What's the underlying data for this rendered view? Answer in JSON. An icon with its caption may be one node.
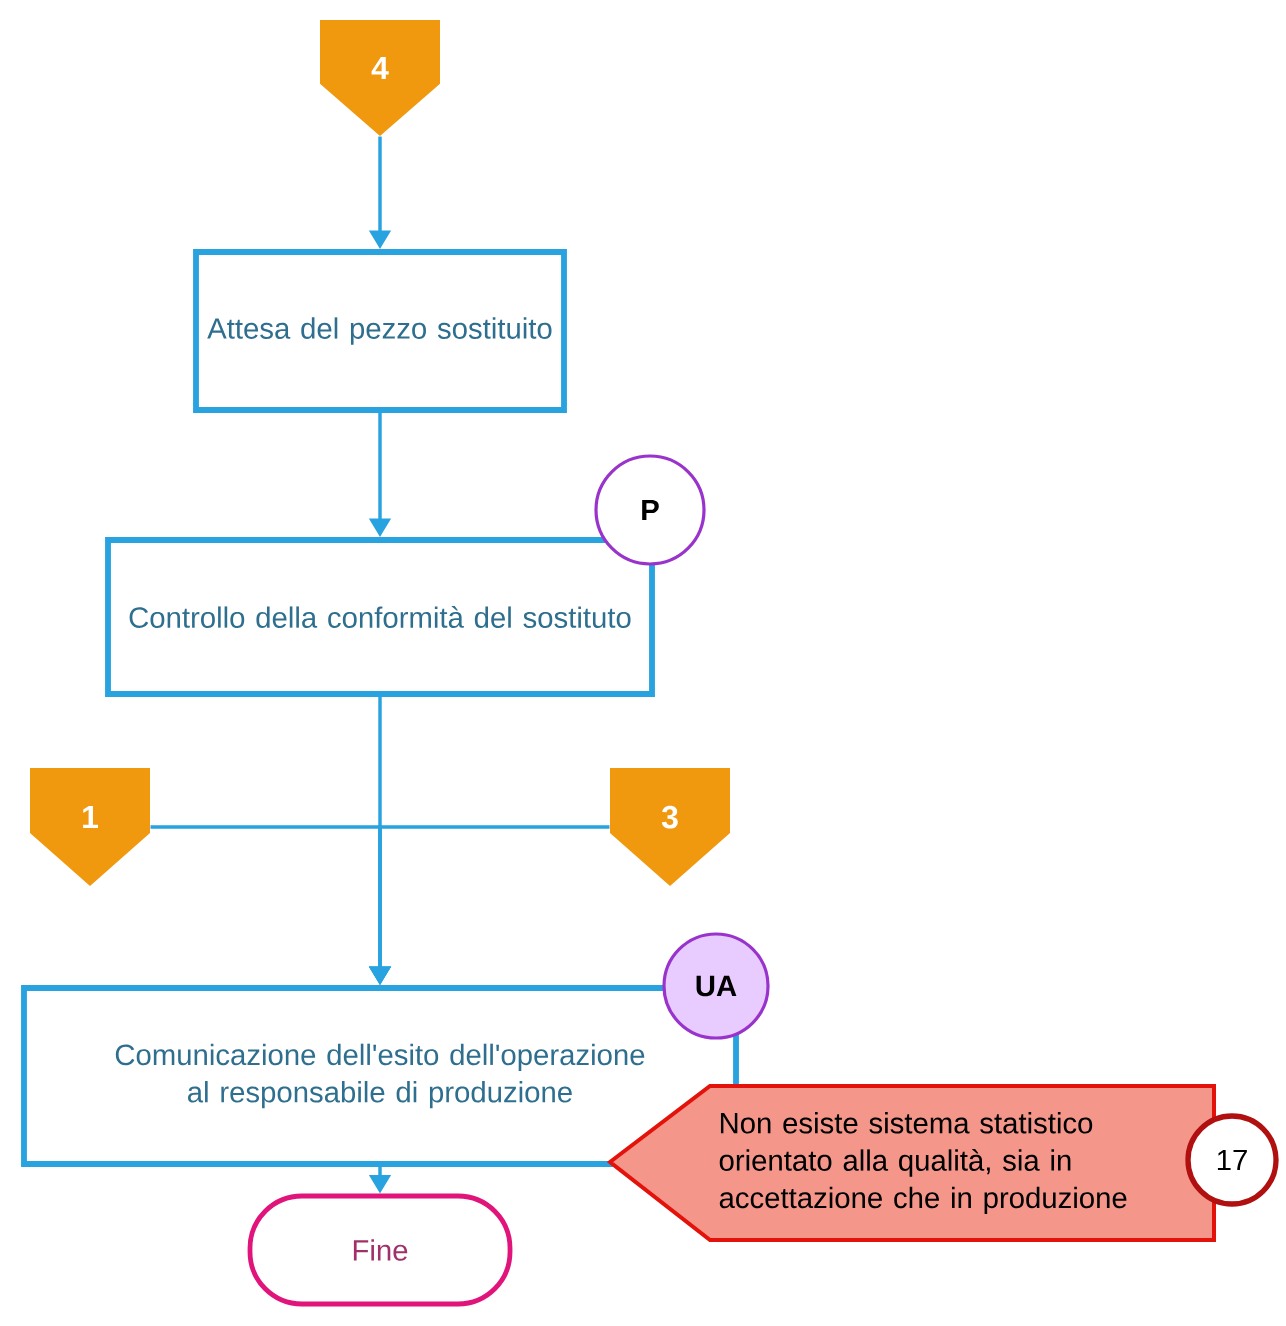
{
  "diagram": {
    "nodes": [
      {
        "text": [
          "4"
        ]
      },
      {
        "text": [
          "Attesa del pezzo sostituito"
        ]
      },
      {
        "text": [
          "P"
        ]
      },
      {
        "text": [
          "Controllo della conformità del sostituto"
        ]
      },
      {
        "text": [
          "1"
        ]
      },
      {
        "text": [
          "3"
        ]
      },
      {
        "text": [
          "UA"
        ]
      },
      {
        "text": [
          "Comunicazione dell'esito dell'operazione al responsabile di produzione"
        ]
      },
      {
        "text": [
          "Non esiste sistema statistico orientato alla qualità, sia in accettazione che in produzione"
        ]
      },
      {
        "text": [
          "17"
        ]
      },
      {
        "text": [
          "Fine"
        ]
      }
    ],
    "edges": [
      {
        "from": 0,
        "to": 1,
        "arrow": "to"
      },
      {
        "from": 1,
        "to": 3,
        "arrow": "to"
      },
      {
        "from": 3,
        "to": 7,
        "arrow": "to"
      },
      {
        "from": 4,
        "to": 7,
        "arrow": "to"
      },
      {
        "from": 5,
        "to": 7,
        "arrow": "to"
      },
      {
        "from": 7,
        "to": 10,
        "arrow": "to"
      }
    ]
  }
}
